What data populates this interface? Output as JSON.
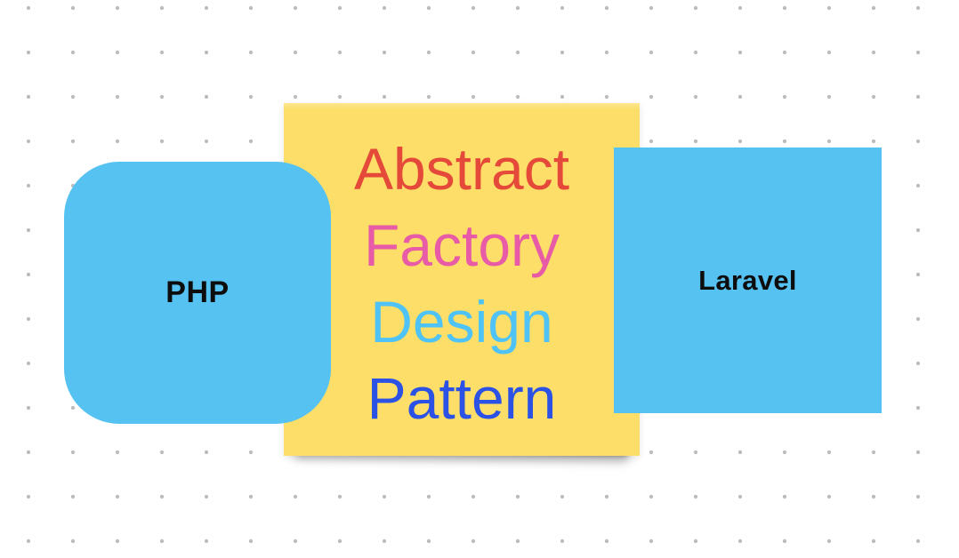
{
  "canvas": {
    "background_color": "#FFFFFF",
    "dot_color": "#BDBDBD"
  },
  "sticky_note": {
    "fill": "#FCDE68",
    "lines": [
      {
        "text": "Abstract",
        "color": "#E5493A"
      },
      {
        "text": "Factory",
        "color": "#E85BA6"
      },
      {
        "text": "Design",
        "color": "#4FC3F5"
      },
      {
        "text": "Pattern",
        "color": "#2B51E5"
      }
    ]
  },
  "shapes": {
    "php": {
      "label": "PHP",
      "fill": "#56C2F1",
      "text_color": "#0D0D0D"
    },
    "laravel": {
      "label": "Laravel",
      "fill": "#56C2F1",
      "text_color": "#0D0D0D"
    }
  }
}
